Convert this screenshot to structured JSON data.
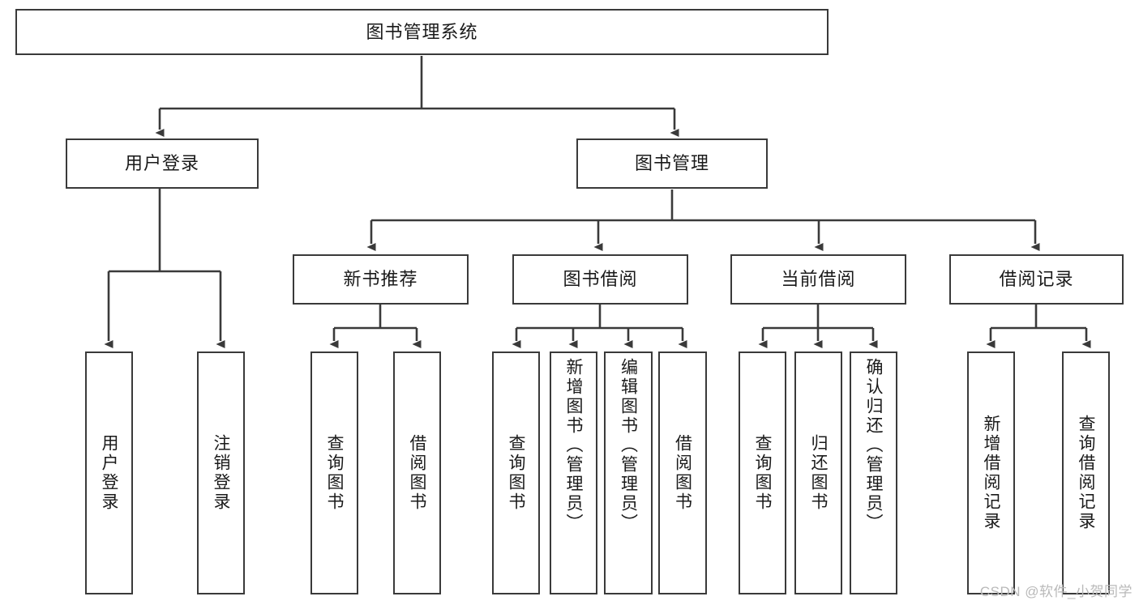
{
  "diagram": {
    "type": "tree-hierarchy",
    "title": "图书管理系统",
    "watermark": "CSDN @软件_小贺同学",
    "colors": {
      "stroke": "#3a3a3a",
      "fill": "#ffffff",
      "text": "#1a1a1a",
      "watermark": "#b9b9b9"
    },
    "nodes": {
      "root": {
        "label": "图书管理系统"
      },
      "level2": [
        {
          "id": "user-login",
          "label": "用户登录"
        },
        {
          "id": "book-management",
          "label": "图书管理"
        }
      ],
      "level3": [
        {
          "id": "new-book-recommend",
          "label": "新书推荐"
        },
        {
          "id": "book-borrow",
          "label": "图书借阅"
        },
        {
          "id": "current-borrow",
          "label": "当前借阅"
        },
        {
          "id": "borrow-record",
          "label": "借阅记录"
        }
      ],
      "leaves": {
        "user-login": [
          {
            "id": "leaf-user-login",
            "label": "用户登录"
          },
          {
            "id": "leaf-logout",
            "label": "注销登录"
          }
        ],
        "new-book-recommend": [
          {
            "id": "leaf-query-book-1",
            "label": "查询图书"
          },
          {
            "id": "leaf-borrow-book-1",
            "label": "借阅图书"
          }
        ],
        "book-borrow": [
          {
            "id": "leaf-query-book-2",
            "label": "查询图书"
          },
          {
            "id": "leaf-add-book",
            "label": "新增图书（管理员）"
          },
          {
            "id": "leaf-edit-book",
            "label": "编辑图书（管理员）"
          },
          {
            "id": "leaf-borrow-book-2",
            "label": "借阅图书"
          }
        ],
        "current-borrow": [
          {
            "id": "leaf-query-book-3",
            "label": "查询图书"
          },
          {
            "id": "leaf-return-book",
            "label": "归还图书"
          },
          {
            "id": "leaf-confirm-return",
            "label": "确认归还（管理员）"
          }
        ],
        "borrow-record": [
          {
            "id": "leaf-add-record",
            "label": "新增借阅记录"
          },
          {
            "id": "leaf-query-record",
            "label": "查询借阅记录"
          }
        ]
      }
    }
  }
}
